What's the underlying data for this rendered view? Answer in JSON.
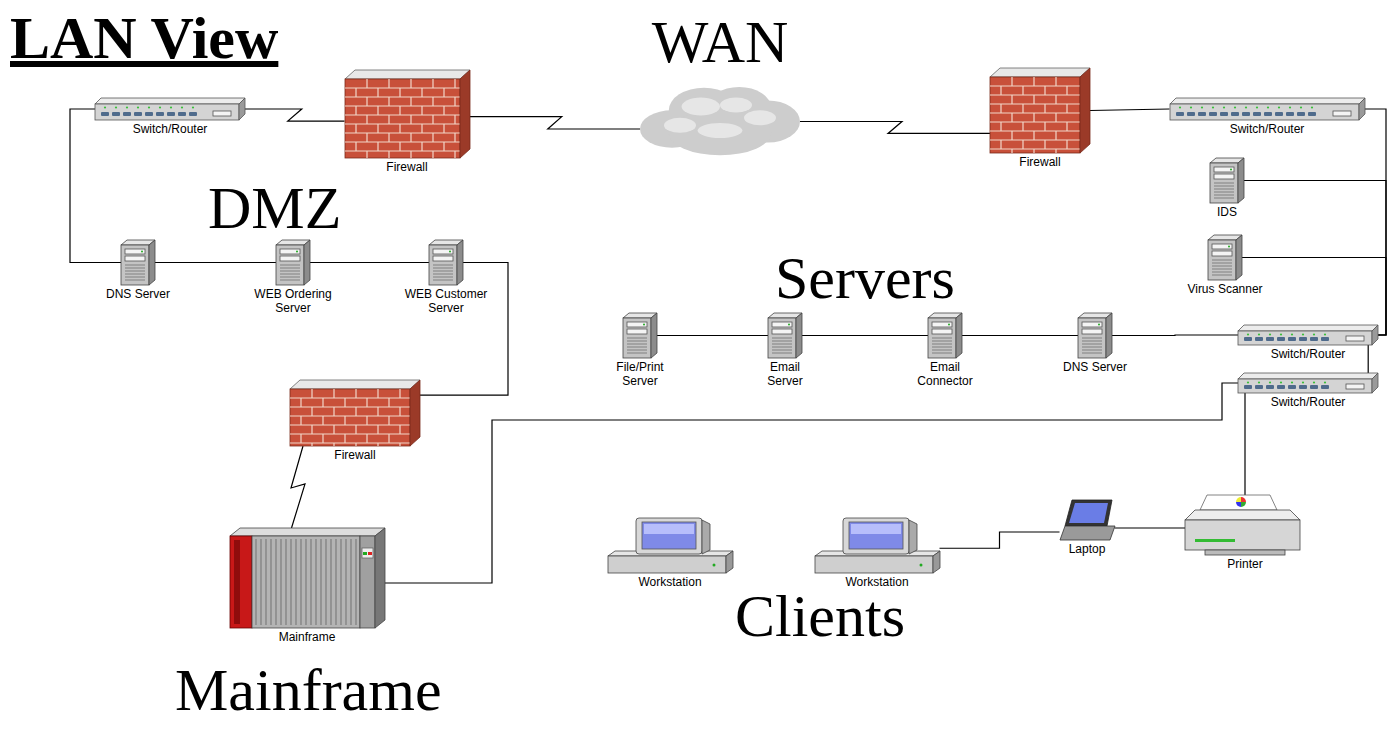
{
  "diagram": {
    "title": "LAN View",
    "nodes": [
      {
        "text": [
          "Switch/Router"
        ]
      },
      {
        "text": [
          "Firewall"
        ]
      },
      {
        "text": [
          "WAN"
        ]
      },
      {
        "text": [
          "Firewall"
        ]
      },
      {
        "text": [
          "Switch/Router"
        ]
      },
      {
        "text": [
          "IDS"
        ]
      },
      {
        "text": [
          "Virus Scanner"
        ]
      },
      {
        "text": [
          "DNS Server"
        ]
      },
      {
        "text": [
          "WEB Ordering Server"
        ]
      },
      {
        "text": [
          "WEB Customer Server"
        ]
      },
      {
        "text": [
          "File/Print Server"
        ]
      },
      {
        "text": [
          "Email Server"
        ]
      },
      {
        "text": [
          "Email Connector"
        ]
      },
      {
        "text": [
          "DNS Server"
        ]
      },
      {
        "text": [
          "Switch/Router"
        ]
      },
      {
        "text": [
          "Firewall"
        ]
      },
      {
        "text": [
          "Switch/Router"
        ]
      },
      {
        "text": [
          "Mainframe"
        ]
      },
      {
        "text": [
          "Workstation"
        ]
      },
      {
        "text": [
          "Workstation"
        ]
      },
      {
        "text": [
          "Laptop"
        ]
      },
      {
        "text": [
          "Printer"
        ]
      }
    ],
    "edges": [
      {
        "from": 0,
        "to": 1,
        "arrow": "none"
      },
      {
        "from": 1,
        "to": 2,
        "arrow": "none"
      },
      {
        "from": 2,
        "to": 3,
        "arrow": "none"
      },
      {
        "from": 3,
        "to": 4,
        "arrow": "none"
      },
      {
        "from": 0,
        "to": 7,
        "arrow": "none"
      },
      {
        "from": 7,
        "to": 8,
        "arrow": "none"
      },
      {
        "from": 8,
        "to": 9,
        "arrow": "none"
      },
      {
        "from": 9,
        "to": 15,
        "arrow": "none"
      },
      {
        "from": 15,
        "to": 17,
        "arrow": "none"
      },
      {
        "from": 17,
        "to": 16,
        "arrow": "none"
      },
      {
        "from": 4,
        "to": 14,
        "arrow": "none"
      },
      {
        "from": 5,
        "to": 14,
        "arrow": "none"
      },
      {
        "from": 6,
        "to": 14,
        "arrow": "none"
      },
      {
        "from": 10,
        "to": 11,
        "arrow": "none"
      },
      {
        "from": 11,
        "to": 12,
        "arrow": "none"
      },
      {
        "from": 12,
        "to": 13,
        "arrow": "none"
      },
      {
        "from": 13,
        "to": 14,
        "arrow": "none"
      },
      {
        "from": 14,
        "to": 16,
        "arrow": "none"
      },
      {
        "from": 16,
        "to": 21,
        "arrow": "none"
      },
      {
        "from": 21,
        "to": 20,
        "arrow": "none"
      },
      {
        "from": 20,
        "to": 19,
        "arrow": "none"
      }
    ],
    "labels": [
      "DMZ",
      "Servers",
      "Clients",
      "Mainframe"
    ]
  }
}
